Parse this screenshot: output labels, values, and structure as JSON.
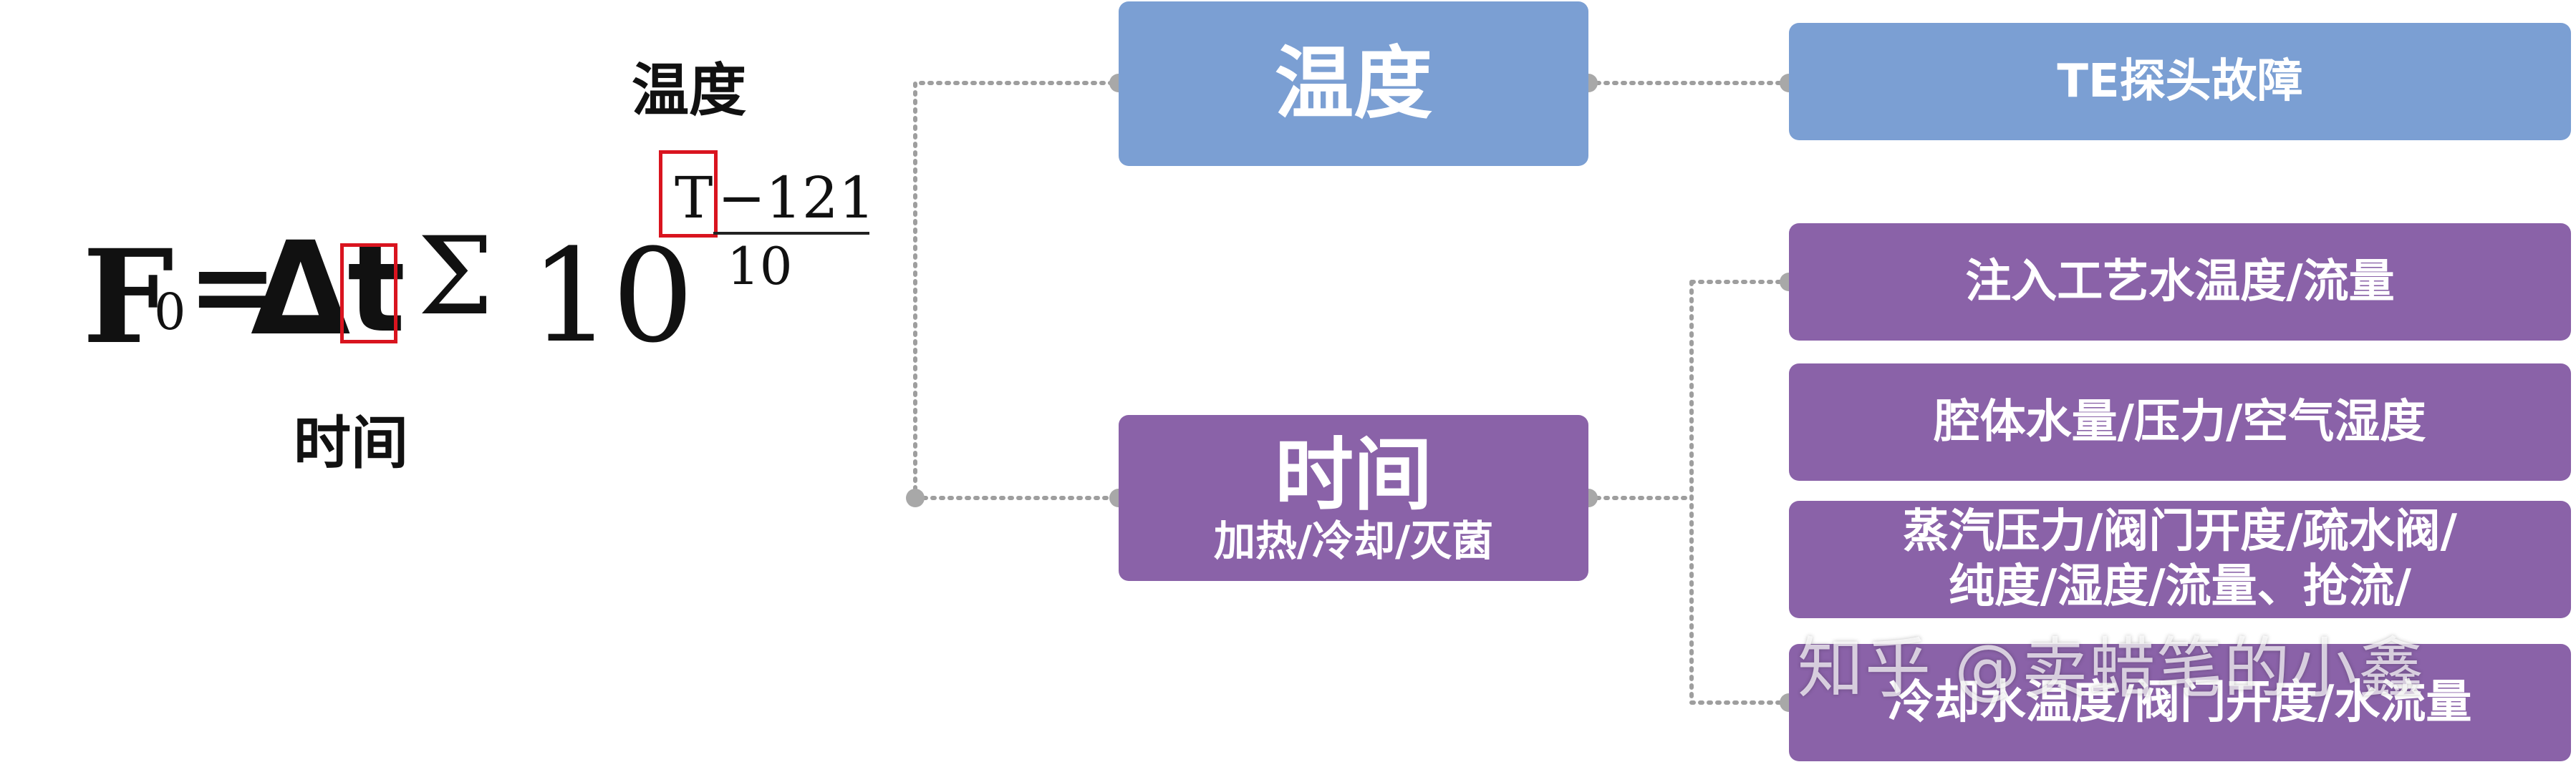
{
  "formula": {
    "top_label": "温度",
    "bottom_label": "时间",
    "F": "F",
    "subscript": "0",
    "equals": "=",
    "delta": "Δ",
    "t": "t",
    "sigma": "Σ",
    "base": "10",
    "exp_T": "T",
    "exp_rest": "−121",
    "exp_den": "10"
  },
  "diagram": {
    "temp_node": "温度",
    "time_node": "时间",
    "time_sub": "加热/冷却/灭菌",
    "te_fault": "TE探头故障",
    "factor1": "注入工艺水温度/流量",
    "factor2": "腔体水量/压力/空气湿度",
    "factor3_line1": "蒸汽压力/阀门开度/疏水阀/",
    "factor3_line2": "纯度/湿度/流量、抢流/",
    "factor4": "冷却水温度/阀门开度/水流量"
  },
  "watermark": "知乎 @卖蜡笔的小鑫",
  "colors": {
    "blue": "#7b9fd3",
    "purple": "#8a62a8",
    "highlight": "#d9141f",
    "connector": "#9e9e9e"
  }
}
